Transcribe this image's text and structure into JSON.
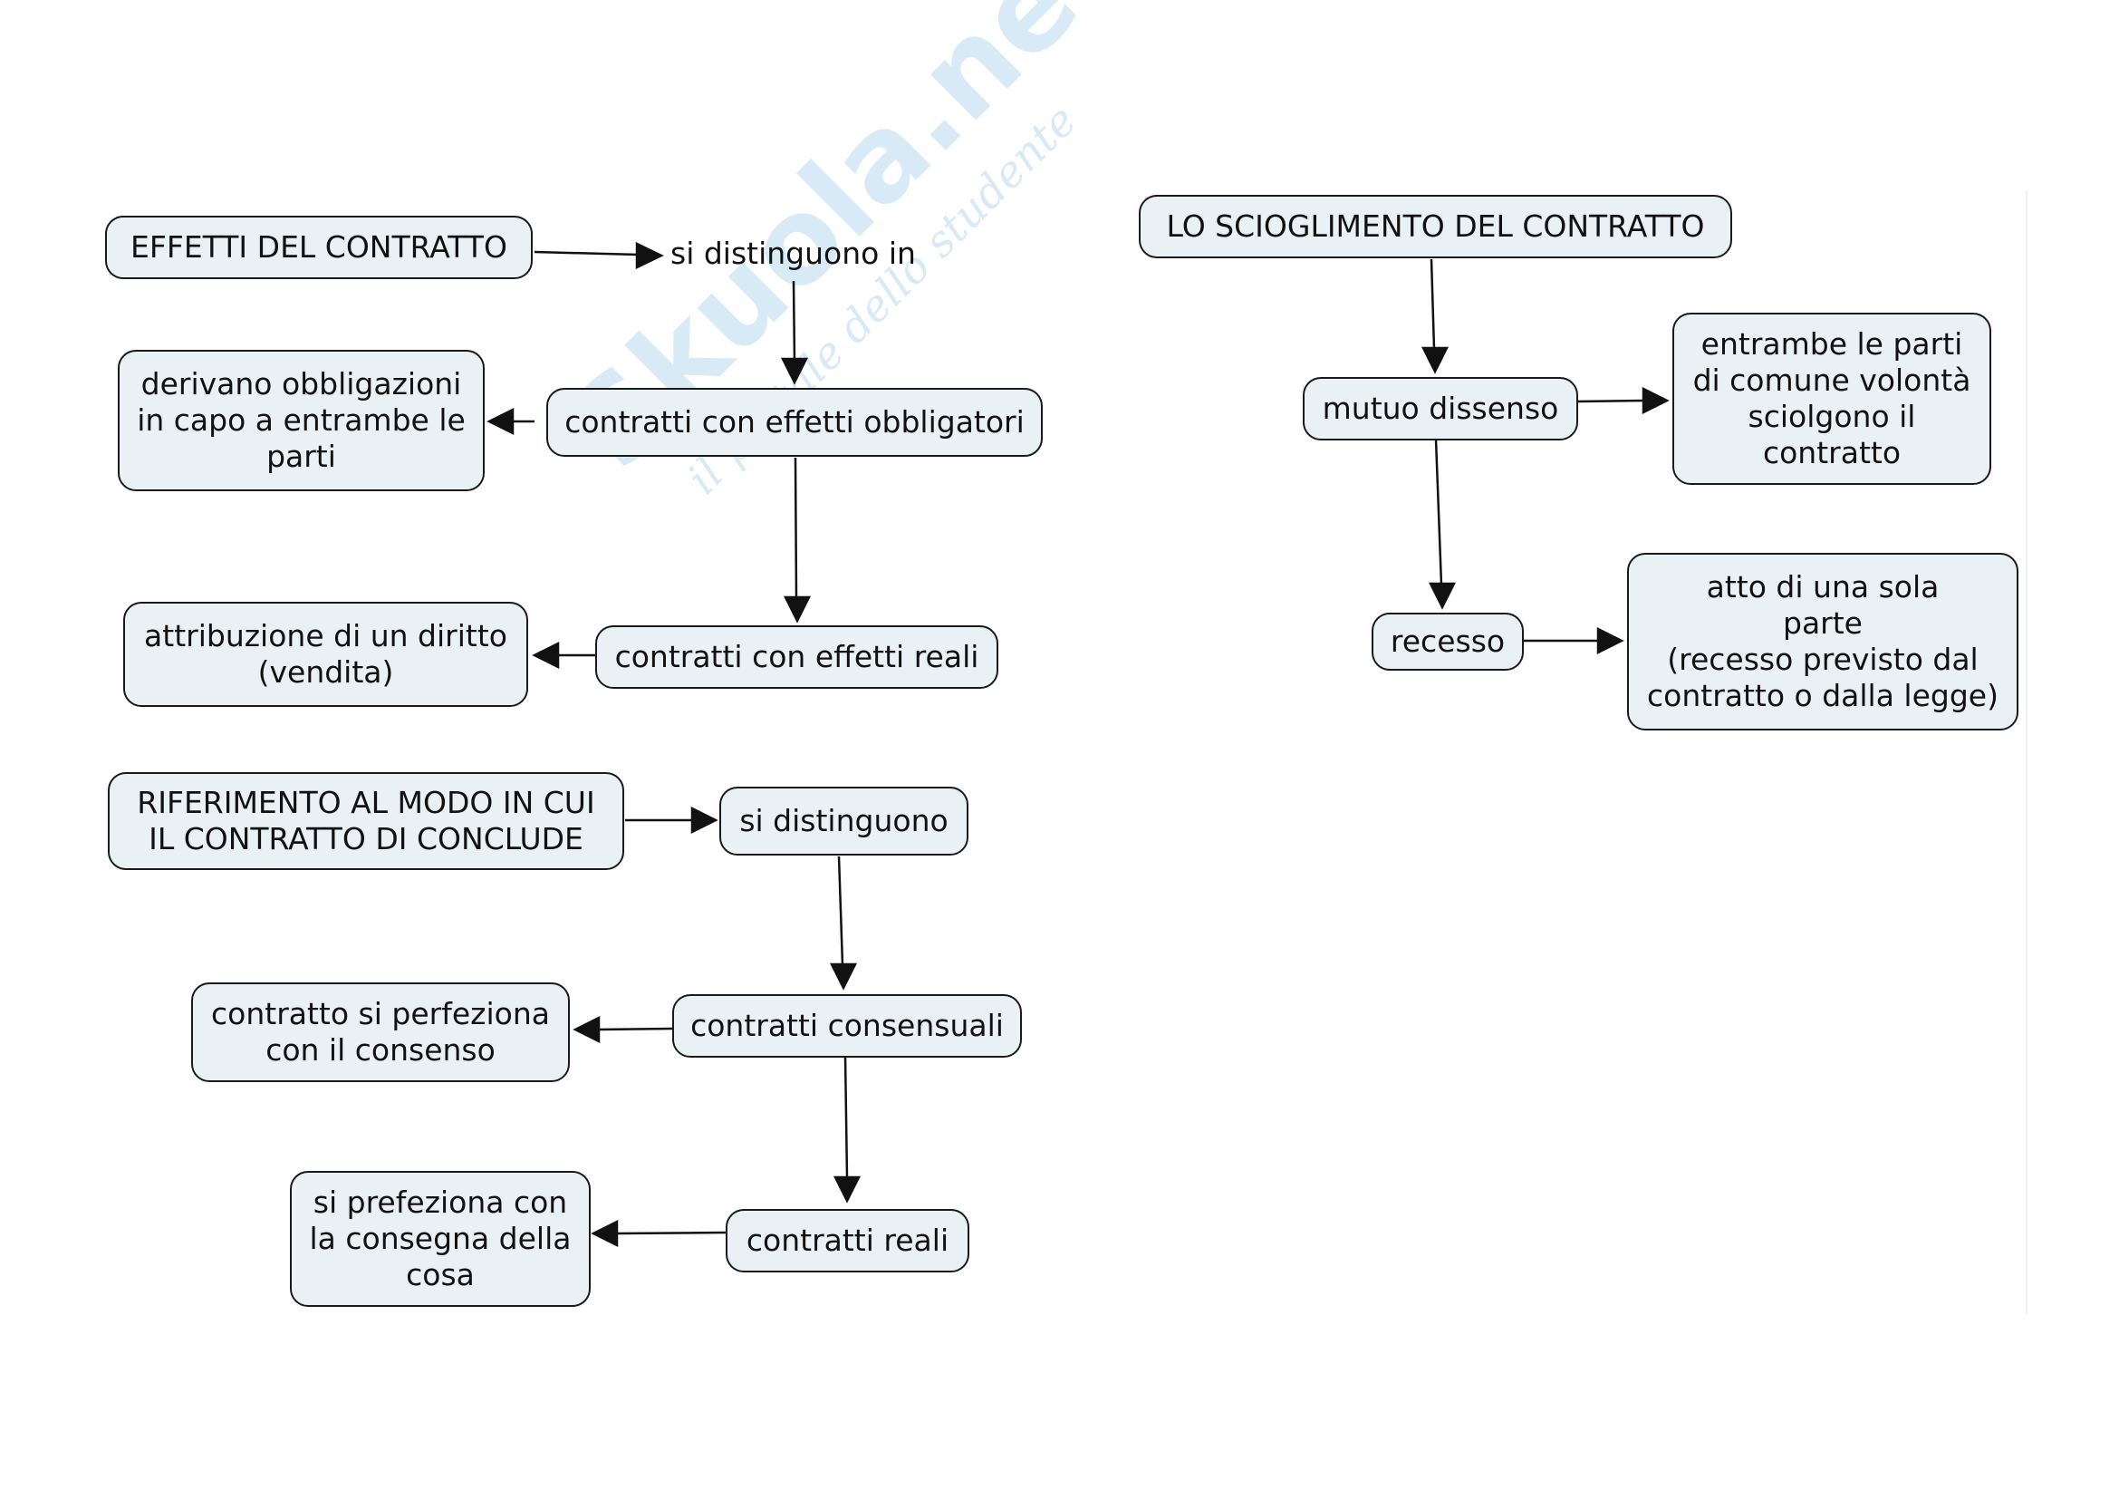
{
  "watermark": {
    "brand": "Skuola.net",
    "slogan": "il portale dello studente"
  },
  "effetti": {
    "title": "EFFETTI DEL CONTRATTO",
    "link": "si distinguono in",
    "obbligatori": "contratti con effetti obbligatori",
    "obbligatori_desc": "derivano obbligazioni\nin capo a entrambe le\nparti",
    "reali": "contratti con effetti reali",
    "reali_desc": "attribuzione di un diritto\n(vendita)"
  },
  "modo": {
    "title": "RIFERIMENTO AL MODO IN CUI\nIL CONTRATTO DI CONCLUDE",
    "link": "si distinguono",
    "consensuali": "contratti consensuali",
    "consensuali_desc": "contratto si perfeziona\ncon il consenso",
    "reali": "contratti reali",
    "reali_desc": "si prefeziona con\nla consegna della\ncosa"
  },
  "scioglimento": {
    "title": "LO SCIOGLIMENTO DEL CONTRATTO",
    "mutuo": "mutuo dissenso",
    "mutuo_desc": "entrambe le parti\ndi comune volontà\nsciolgono il\ncontratto",
    "recesso": "recesso",
    "recesso_desc": "atto di una sola\nparte\n(recesso previsto dal\ncontratto o dalla legge)"
  }
}
